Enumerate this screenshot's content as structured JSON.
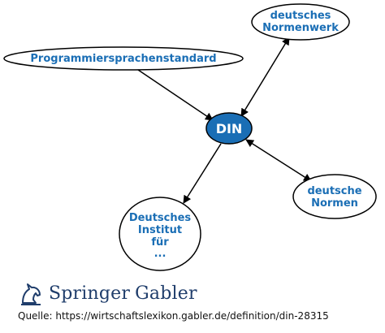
{
  "diagram": {
    "center": {
      "label": "DIN",
      "fill": "#1a6eb5"
    },
    "nodes": {
      "programmiersprachenstandard": [
        "Programmiersprachenstandard"
      ],
      "deutsches_normenwerk": [
        "deutsches",
        "Normenwerk"
      ],
      "deutsche_normen": [
        "deutsche",
        "Normen"
      ],
      "deutsches_institut": [
        "Deutsches",
        "Institut",
        "für",
        "..."
      ]
    },
    "label_color": "#1a6eb5",
    "edges": [
      {
        "from": "programmiersprachenstandard",
        "to": "center",
        "type": "arrow"
      },
      {
        "from": "deutsches_normenwerk",
        "to": "center",
        "type": "bidirectional"
      },
      {
        "from": "deutsche_normen",
        "to": "center",
        "type": "bidirectional"
      },
      {
        "from": "center",
        "to": "deutsches_institut",
        "type": "arrow"
      }
    ]
  },
  "brand": {
    "springer": "Springer",
    "gabler": "Gabler",
    "color": "#1f3d6b"
  },
  "footer": {
    "source": "Quelle: https://wirtschaftslexikon.gabler.de/definition/din-28315"
  }
}
